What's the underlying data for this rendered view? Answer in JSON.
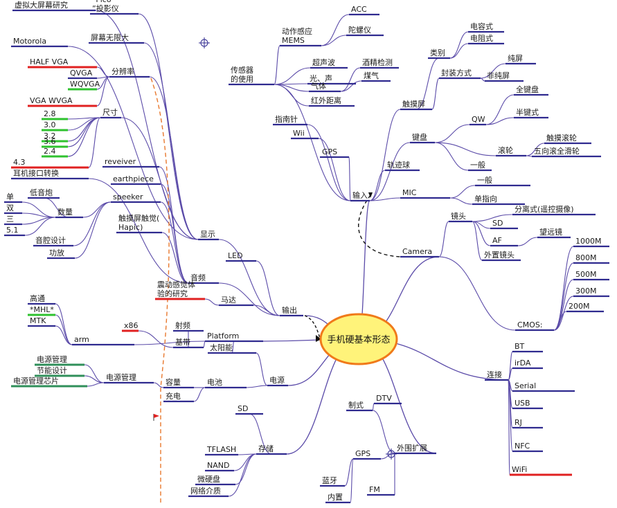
{
  "center": {
    "label": "手机硬基本形态"
  },
  "nodes": {
    "xuni": "虚拟大屏幕研究",
    "pico": "“Pico”投影仪",
    "pingmu": "屏幕无限大",
    "motorola": "Motorola",
    "fenbianlv": "分辨率",
    "halfvga": "HALF VGA",
    "qvga": "QVGA",
    "wqvga": "WQVGA",
    "vgawvga": "VGA WVGA",
    "chicun": "尺寸",
    "s28": "2.8",
    "s30": "3.0",
    "s32": "3.2",
    "s36": "3.6",
    "s24": "2.4",
    "s43": "4.3",
    "erji": "耳机接口转换",
    "receiver": "reveiver",
    "earthpiece": "earthpiece",
    "speeker": "speeker",
    "dan": "单",
    "shuang": "双",
    "san": "三",
    "s51": "5.1",
    "diyinpao": "低音炮",
    "shuliang": "数量",
    "yinqiang": "音腔设计",
    "gongfang": "功放",
    "chumo_hapic": "触摸屏触觉(Hapic)",
    "xianshi": "显示",
    "led": "LED",
    "yinpin": "音频",
    "zhendong": "震动感觉体验的研究",
    "mada": "马达",
    "shuchu": "输出",
    "gaotong": "高通",
    "mhl": "*MHL*",
    "mtk": "MTK",
    "arm": "arm",
    "x86": "x86",
    "shepin": "射频",
    "jidai": "基带",
    "platform": "Platform",
    "taiyangneng": "太阳能",
    "dianyuan": "电源",
    "dianyuan_guanli1": "电源管理",
    "jieneng": "节能设计",
    "dianyuan_xinpian": "电源管理芯片",
    "dianyuan_guanli": "电源管理",
    "rongliang": "容量",
    "chongdian": "充电",
    "dianchi": "电池",
    "sd_store": "SD",
    "tflash": "TFLASH",
    "nand": "NAND",
    "weiyingpan": "微硬盘",
    "wangluo": "网络介质",
    "cunchu": "存储",
    "zhishi": "制式",
    "dtv": "DTV",
    "gps_ext": "GPS",
    "lanya": "蓝牙",
    "neizhi": "内置",
    "fm": "FM",
    "waiwei": "外围扩展",
    "chuanganqi": "传感器的使用",
    "dongzuo": "动作感应MEMS",
    "acc": "ACC",
    "tuoluoyi": "陀螺仪",
    "chaoshengbo": "超声波",
    "guangsheng": "光、声",
    "qiti": "气体",
    "jiujing": "酒精检测",
    "meiqi": "煤气",
    "hongwai": "红外距离",
    "zhinanzhen": "指南针",
    "wii": "Wii",
    "gps_in": "GPS",
    "guijiqiu": "轨迹球",
    "shuru": "输入",
    "chumoping": "触摸屏",
    "leibie": "类别",
    "dianrong": "电容式",
    "dianzu": "电阻式",
    "fengzhuang": "封装方式",
    "chunping": "纯屏",
    "feichunping": "非纯屏",
    "jianpan": "键盘",
    "qw": "QW",
    "quanjianpan": "全键盘",
    "banjianshi": "半键式",
    "gunlun": "滚轮",
    "chumogunlun": "触摸滚轮",
    "wuxianggun": "五向滚全滑轮",
    "yiban_kb": "一般",
    "mic": "MIC",
    "yiban_mic": "一般",
    "danzhixiang": "单指向",
    "camera": "Camera",
    "jingtou": "镜头",
    "fenlishi": "分离式(遥控摄像)",
    "sd_cam": "SD",
    "af": "AF",
    "waizhi": "外置镜头",
    "wangyuanjing": "望远镜",
    "cmos": "CMOS:",
    "m1000": "1000M",
    "m800": "800M",
    "m500": "500M",
    "m300": "300M",
    "m200": "200M",
    "lianjie": "连接",
    "bt": "BT",
    "irda": "irDA",
    "serial": "Serial",
    "usb": "USB",
    "rj": "RJ",
    "nfc": "NFC",
    "wifi": "WiFi"
  },
  "colors": {
    "line": "#5a4aa8",
    "underline": "#2f2a8f",
    "red": "#e02020",
    "green": "#2ec22e",
    "darkgreen": "#1e7a3a",
    "orange": "#e8772c",
    "highlight": "#d4a000",
    "center_fill": "#fff37a",
    "center_stroke": "#f07a1a"
  }
}
